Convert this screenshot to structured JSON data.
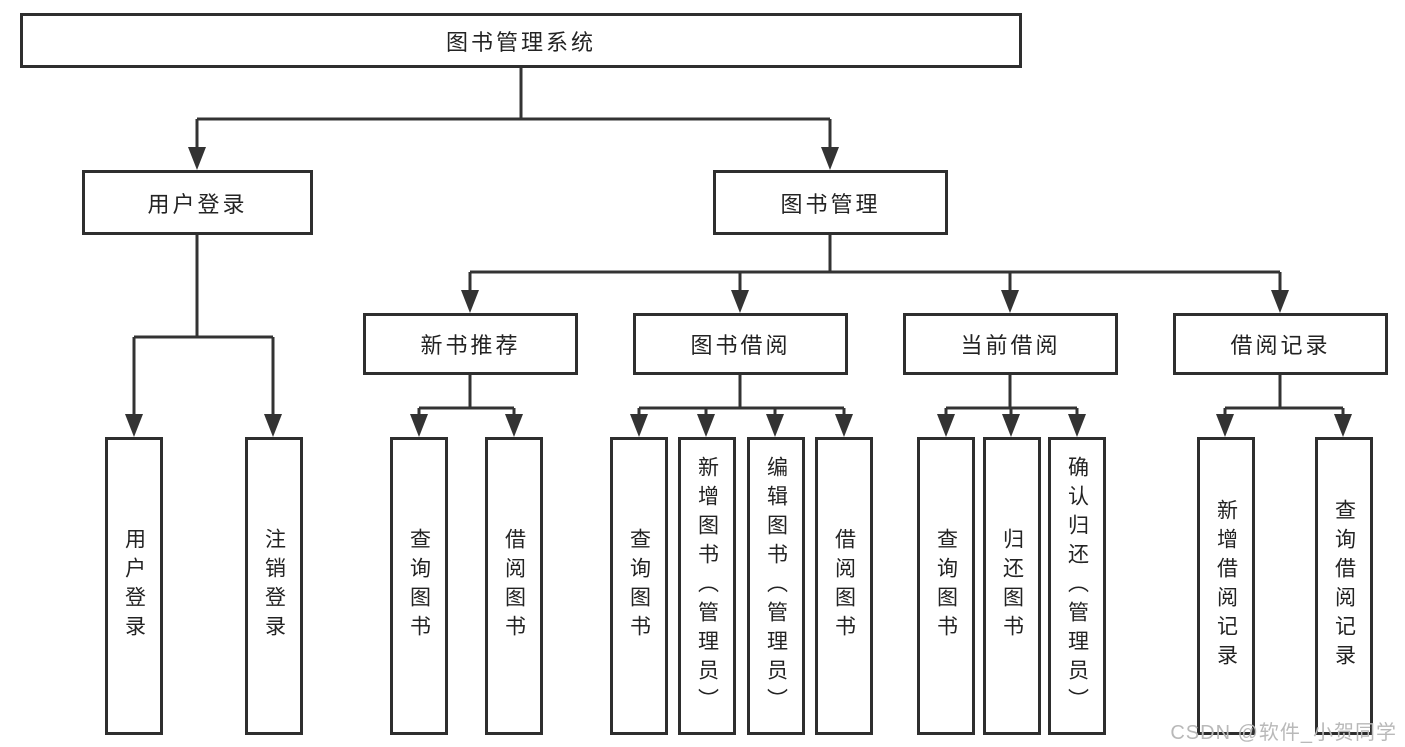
{
  "diagram": {
    "type": "hierarchy-tree",
    "root": {
      "label": "图书管理系统"
    },
    "level2": [
      {
        "label": "用户登录"
      },
      {
        "label": "图书管理"
      }
    ],
    "level3": [
      {
        "label": "新书推荐"
      },
      {
        "label": "图书借阅"
      },
      {
        "label": "当前借阅"
      },
      {
        "label": "借阅记录"
      }
    ],
    "leaves": {
      "user_login": [
        {
          "label": "用户登录"
        },
        {
          "label": "注销登录"
        }
      ],
      "new_book": [
        {
          "label": "查询图书"
        },
        {
          "label": "借阅图书"
        }
      ],
      "book_borrow": [
        {
          "label": "查询图书"
        },
        {
          "label": "新增图书（管理员）"
        },
        {
          "label": "编辑图书（管理员）"
        },
        {
          "label": "借阅图书"
        }
      ],
      "current_borrow": [
        {
          "label": "查询图书"
        },
        {
          "label": "归还图书"
        },
        {
          "label": "确认归还（管理员）"
        }
      ],
      "borrow_records": [
        {
          "label": "新增借阅记录"
        },
        {
          "label": "查询借阅记录"
        }
      ]
    },
    "watermark": "CSDN @软件_小贺同学",
    "colors": {
      "line": "#333333",
      "box_border": "#2e2e2e",
      "text": "#232323",
      "watermark": "#b9b9b9",
      "background": "#ffffff"
    }
  }
}
